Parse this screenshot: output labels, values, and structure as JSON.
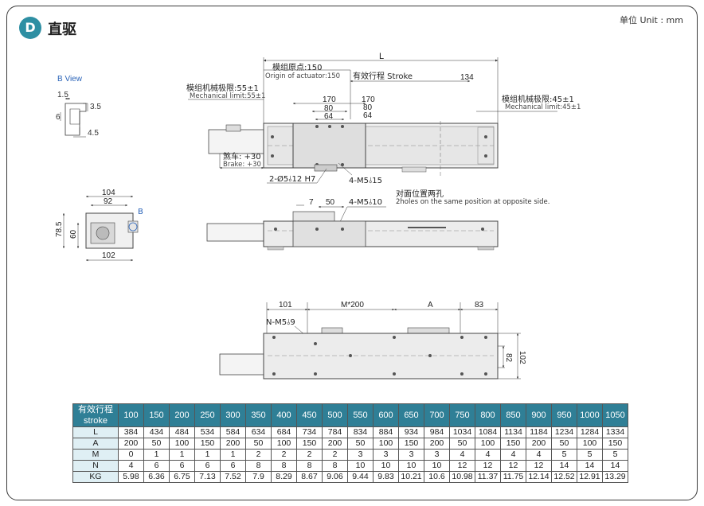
{
  "header": {
    "badge": "D",
    "title": "直驱",
    "unit": "单位 Unit : mm"
  },
  "bview": {
    "label": "B  View",
    "d1": "1.5",
    "d2": "3.5",
    "d3": "6",
    "d4": "4.5"
  },
  "top_view": {
    "L": "L",
    "origin_cn": "模组原点:150",
    "origin_en": "Origin of actuator:150",
    "stroke": "有效行程  Stroke",
    "d134": "134",
    "mech_left_cn": "模组机械极限:55±1",
    "mech_left_en": "Mechanical limit:55±1",
    "mech_right_cn": "模组机械极限:45±1",
    "mech_right_en": "Mechanical limit:45±1",
    "c170a": "170",
    "c80a": "80",
    "c64a": "64",
    "c170b": "170",
    "c80b": "80",
    "c64b": "64",
    "brake_cn": "煞车: +30",
    "brake_en": "Brake: +30",
    "hole1": "2-Ø5⫰12 H7",
    "hole2": "4-M5⫰15"
  },
  "side_view": {
    "d104": "104",
    "d92": "92",
    "d785": "78.5",
    "d60": "60",
    "d102": "102",
    "b_mark": "B",
    "d7": "7",
    "d50": "50",
    "m5": "4-M5⫰10",
    "opp_cn": "对面位置两孔",
    "opp_en": "2holes on the same position at opposite side."
  },
  "bottom_view": {
    "d101": "101",
    "m200": "M*200",
    "a": "A",
    "d83": "83",
    "nm5": "N-M5⫰9",
    "d82": "82",
    "d102": "102"
  },
  "spec_table": {
    "header_label": [
      "有效行程",
      "stroke"
    ],
    "strokes": [
      "100",
      "150",
      "200",
      "250",
      "300",
      "350",
      "400",
      "450",
      "500",
      "550",
      "600",
      "650",
      "700",
      "750",
      "800",
      "850",
      "900",
      "950",
      "1000",
      "1050"
    ],
    "rows": [
      {
        "label": "L",
        "values": [
          "384",
          "434",
          "484",
          "534",
          "584",
          "634",
          "684",
          "734",
          "784",
          "834",
          "884",
          "934",
          "984",
          "1034",
          "1084",
          "1134",
          "1184",
          "1234",
          "1284",
          "1334"
        ]
      },
      {
        "label": "A",
        "values": [
          "200",
          "50",
          "100",
          "150",
          "200",
          "50",
          "100",
          "150",
          "200",
          "50",
          "100",
          "150",
          "200",
          "50",
          "100",
          "150",
          "200",
          "50",
          "100",
          "150"
        ]
      },
      {
        "label": "M",
        "values": [
          "0",
          "1",
          "1",
          "1",
          "1",
          "2",
          "2",
          "2",
          "2",
          "3",
          "3",
          "3",
          "3",
          "4",
          "4",
          "4",
          "4",
          "5",
          "5",
          "5"
        ]
      },
      {
        "label": "N",
        "values": [
          "4",
          "6",
          "6",
          "6",
          "6",
          "8",
          "8",
          "8",
          "8",
          "10",
          "10",
          "10",
          "10",
          "12",
          "12",
          "12",
          "12",
          "14",
          "14",
          "14"
        ]
      },
      {
        "label": "KG",
        "values": [
          "5.98",
          "6.36",
          "6.75",
          "7.13",
          "7.52",
          "7.9",
          "8.29",
          "8.67",
          "9.06",
          "9.44",
          "9.83",
          "10.21",
          "10.6",
          "10.98",
          "11.37",
          "11.75",
          "12.14",
          "12.52",
          "12.91",
          "13.29"
        ]
      }
    ]
  }
}
